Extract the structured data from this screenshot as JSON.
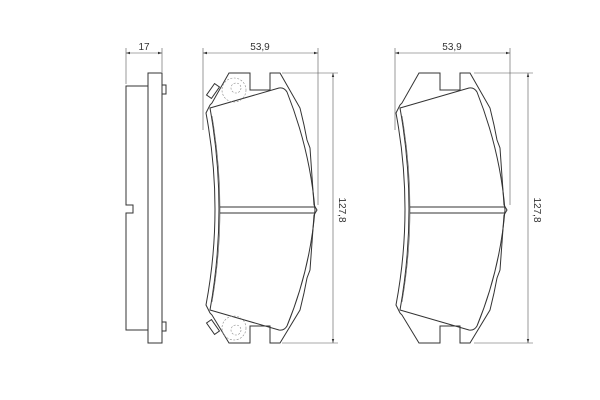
{
  "dimensions": {
    "thickness": "17",
    "width_inner_pad": "53,9",
    "width_outer_pad": "53,9",
    "height_inner_pad": "127,8",
    "height_outer_pad": "127,8"
  },
  "colors": {
    "line": "#333333",
    "background": "#ffffff"
  }
}
